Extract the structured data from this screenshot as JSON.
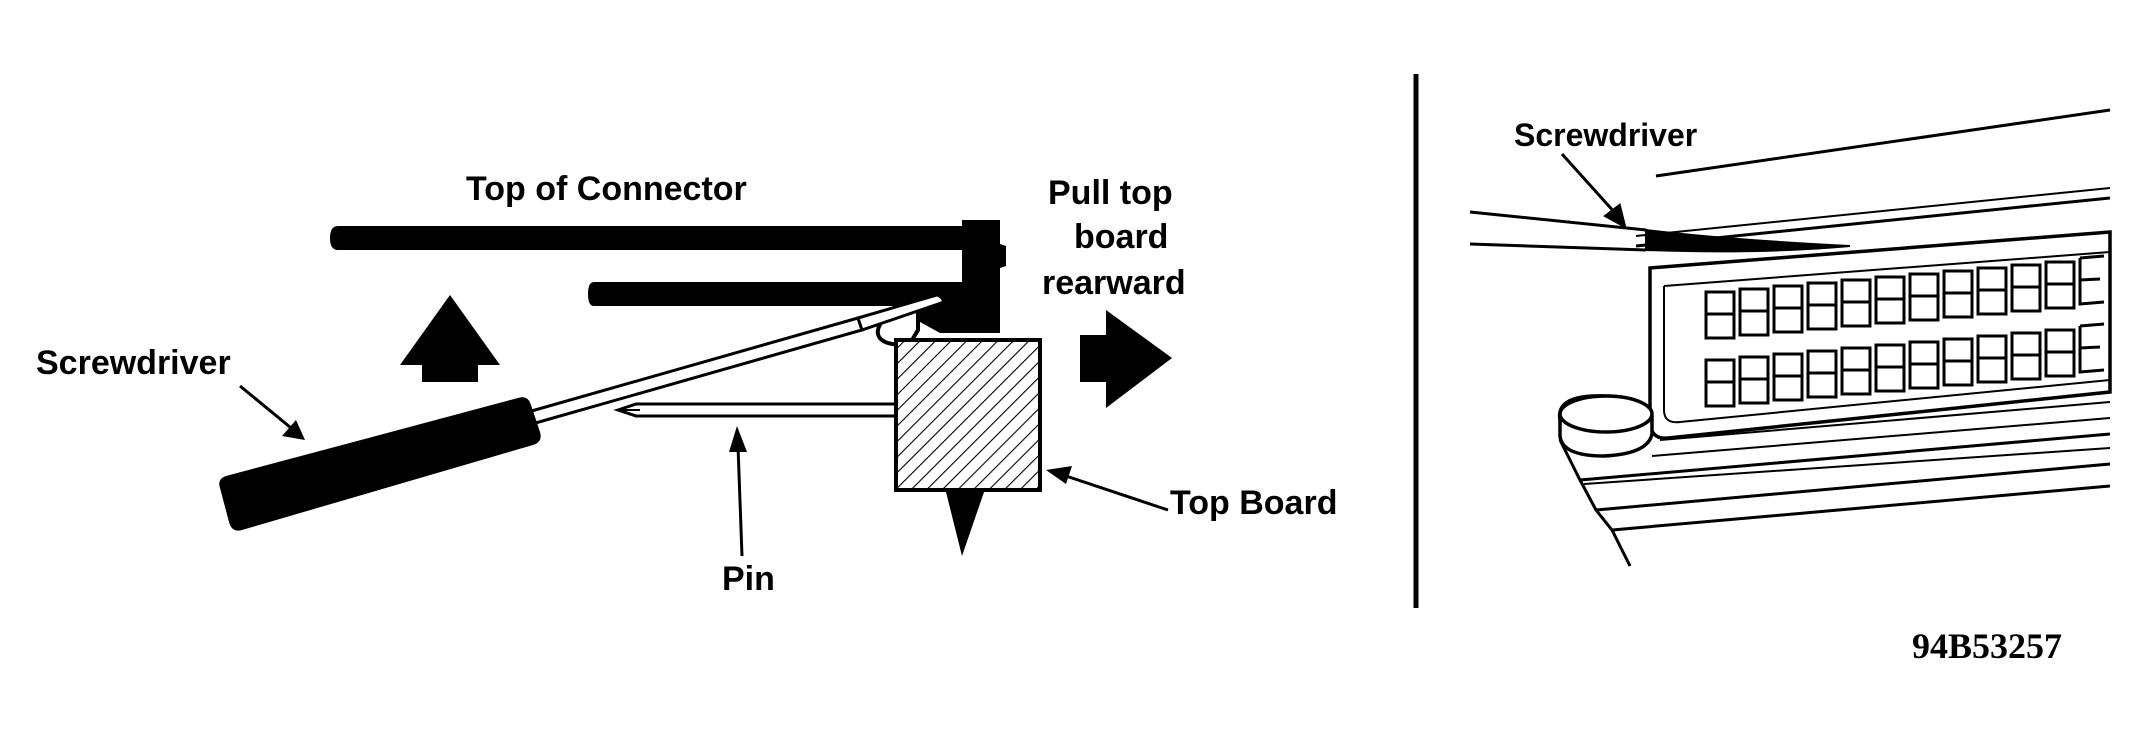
{
  "left_diagram": {
    "label_top_connector": "Top of Connector",
    "label_pull_line1": "Pull top",
    "label_pull_line2": "board",
    "label_pull_line3": "rearward",
    "label_screwdriver": "Screwdriver",
    "label_pin": "Pin",
    "label_top_board": "Top Board"
  },
  "right_diagram": {
    "label_screwdriver": "Screwdriver"
  },
  "figure_id": "94B53257",
  "colors": {
    "ink": "#000000",
    "paper": "#ffffff"
  }
}
